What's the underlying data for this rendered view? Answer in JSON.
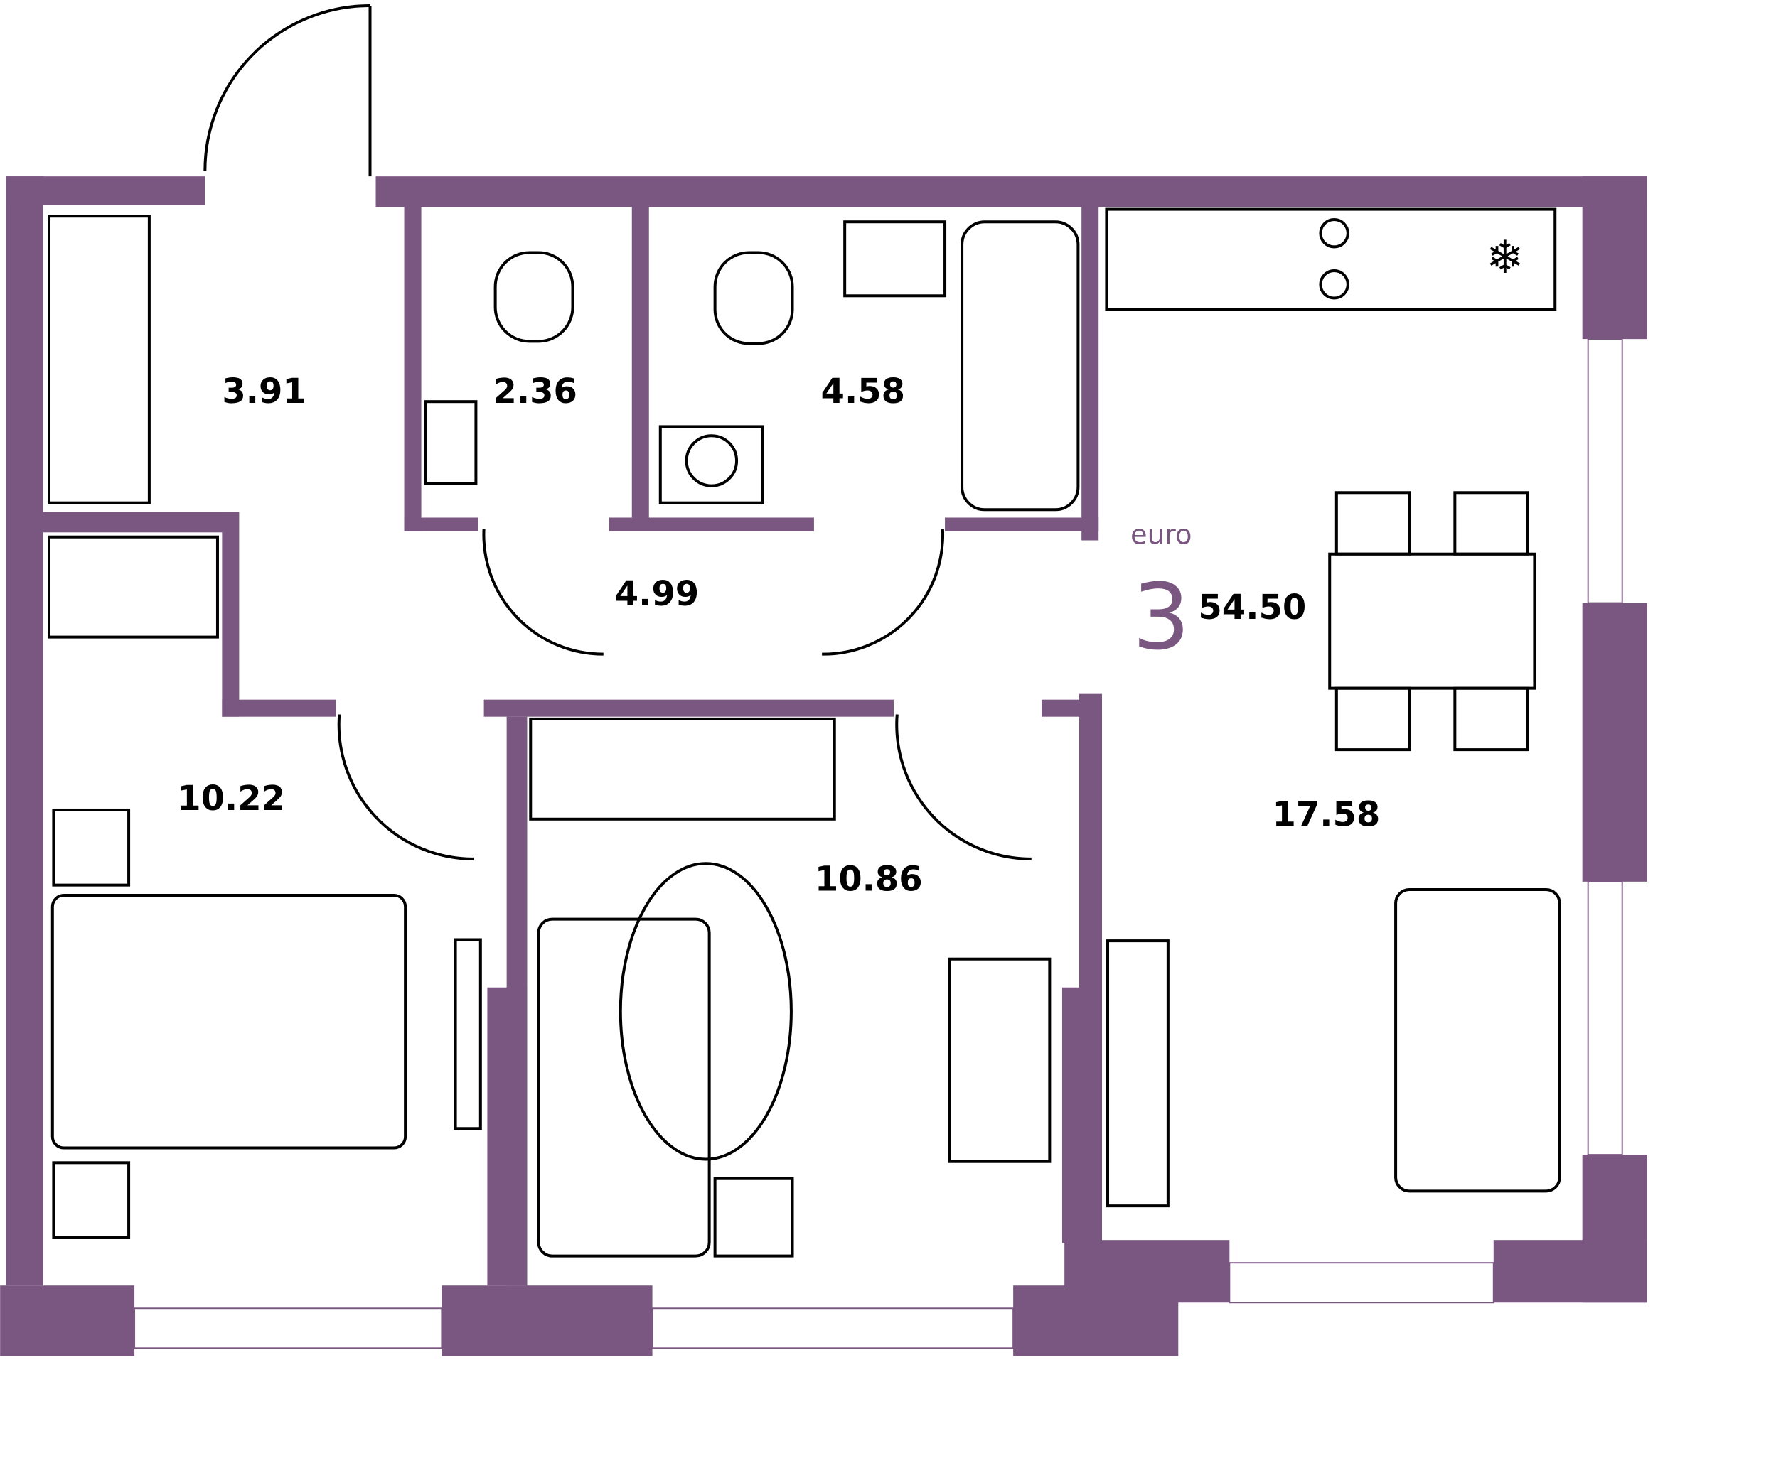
{
  "apartment": {
    "type_label": "euro",
    "rooms": "3",
    "total_area": "54.50",
    "wall_color": "#7a5780"
  },
  "rooms": [
    {
      "id": "hall",
      "area": "3.91"
    },
    {
      "id": "wc",
      "area": "2.36"
    },
    {
      "id": "bathroom",
      "area": "4.58"
    },
    {
      "id": "corridor",
      "area": "4.99"
    },
    {
      "id": "bedroom-1",
      "area": "10.22"
    },
    {
      "id": "bedroom-2",
      "area": "10.86"
    },
    {
      "id": "kitchen-living",
      "area": "17.58"
    }
  ]
}
